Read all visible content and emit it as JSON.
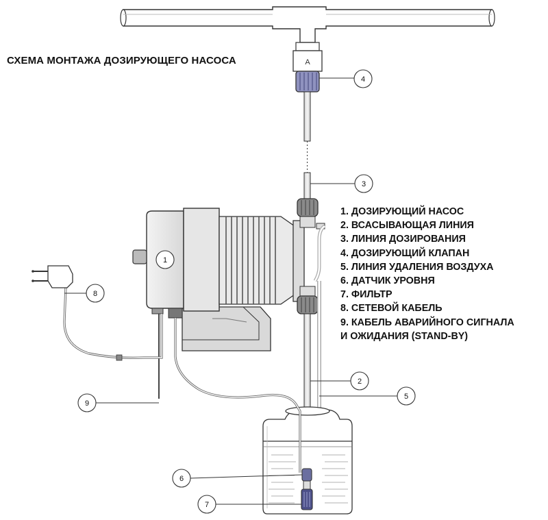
{
  "title": "СХЕМА МОНТАЖА ДОЗИРУЮЩЕГО НАСОСА",
  "pipe_label": "A",
  "legend": [
    "1. ДОЗИРУЮЩИЙ НАСОС",
    "2. ВСАСЫВАЮЩАЯ ЛИНИЯ",
    "3. ЛИНИЯ ДОЗИРОВАНИЯ",
    "4. ДОЗИРУЮЩИЙ КЛАПАН",
    "5. ЛИНИЯ УДАЛЕНИЯ ВОЗДУХА",
    "6. ДАТЧИК УРОВНЯ",
    "7. ФИЛЬТР",
    "8. СЕТЕВОЙ КАБЕЛЬ",
    "9. КАБЕЛЬ АВАРИЙНОГО СИГНАЛА",
    "И ОЖИДАНИЯ (STAND-BY)"
  ],
  "callouts": {
    "c1": "1",
    "c2": "2",
    "c3": "3",
    "c4": "4",
    "c5": "5",
    "c6": "6",
    "c7": "7",
    "c8": "8",
    "c9": "9"
  },
  "colors": {
    "line": "#333333",
    "tube": "#bfbfbf",
    "valve": "#6b6fa0",
    "fill": "#ececec"
  }
}
